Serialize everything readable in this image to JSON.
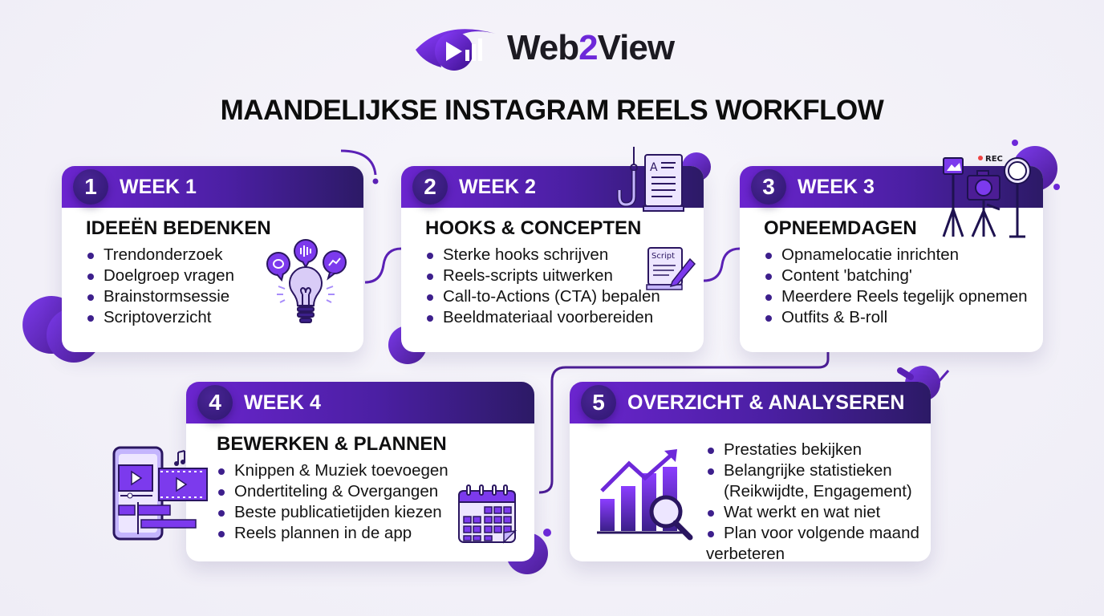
{
  "brand": {
    "name_prefix": "Web",
    "name_number": "2",
    "name_suffix": "View",
    "accent": "#6d28d9"
  },
  "title": "MAANDELIJKSE INSTAGRAM REELS WORKFLOW",
  "colors": {
    "header_start": "#6b25cf",
    "header_end": "#2c1a66",
    "bullet": "#3d1f8c",
    "background": "#f3f2f8"
  },
  "steps": [
    {
      "number": "1",
      "label": "WEEK 1",
      "heading": "IDEEËN BEDENKEN",
      "items": [
        "Trendonderzoek",
        "Doelgroep vragen",
        "Brainstormsessie",
        "Scriptoverzicht"
      ],
      "icon": "lightbulb-ideas-icon"
    },
    {
      "number": "2",
      "label": "WEEK 2",
      "heading": "HOOKS & CONCEPTEN",
      "items": [
        "Sterke hooks schrijven",
        "Reels-scripts uitwerken",
        "Call-to-Actions (CTA) bepalen",
        "Beeldmateriaal voorbereiden"
      ],
      "icon": "hook-document-icon",
      "script_label": "Script"
    },
    {
      "number": "3",
      "label": "WEEK 3",
      "heading": "OPNEEMDAGEN",
      "items": [
        "Opnamelocatie inrichten",
        "Content 'batching'",
        "Meerdere Reels tegelijk opnemen",
        "Outfits & B-roll"
      ],
      "icon": "camera-tripod-icon",
      "rec_label": "REC"
    },
    {
      "number": "4",
      "label": "WEEK 4",
      "heading": "BEWERKEN & PLANNEN",
      "items": [
        "Knippen & Muziek toevoegen",
        "Ondertiteling & Overgangen",
        "Beste publicatietijden kiezen",
        "Reels plannen in de app"
      ],
      "icon": "phone-video-edit-icon"
    },
    {
      "number": "5",
      "label": "OVERZICHT & ANALYSEREN",
      "heading": "",
      "items": [
        "Prestaties bekijken",
        "Belangrijke statistieken",
        "(Reikwijdte, Engagement)",
        "Wat werkt en wat niet",
        "Plan voor volgende maand",
        "verbeteren"
      ],
      "icon": "growth-chart-magnifier-icon"
    }
  ]
}
